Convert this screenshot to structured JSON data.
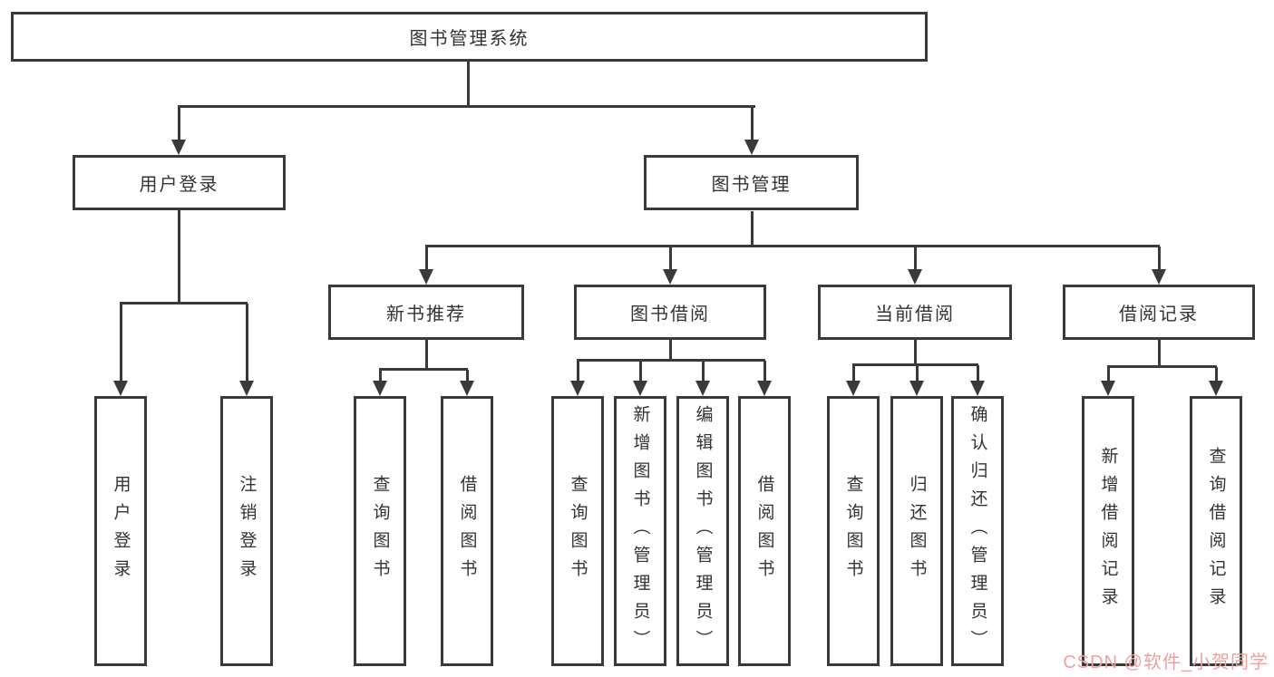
{
  "watermark": {
    "text": "CSDN @软件_小贺同学",
    "color": "#f0a19e"
  },
  "colors": {
    "line": "#3a3a3a",
    "box_border": "#3a3a3a",
    "text": "#333333",
    "background": "#ffffff"
  },
  "tree": {
    "root": {
      "label": "图书管理系统"
    },
    "children": [
      {
        "label": "用户登录",
        "children": [
          {
            "label": "用户登录"
          },
          {
            "label": "注销登录"
          }
        ]
      },
      {
        "label": "图书管理",
        "children": [
          {
            "label": "新书推荐",
            "children": [
              {
                "label": "查询图书"
              },
              {
                "label": "借阅图书"
              }
            ]
          },
          {
            "label": "图书借阅",
            "children": [
              {
                "label": "查询图书"
              },
              {
                "label": "新增图书（管理员）"
              },
              {
                "label": "编辑图书（管理员）"
              },
              {
                "label": "借阅图书"
              }
            ]
          },
          {
            "label": "当前借阅",
            "children": [
              {
                "label": "查询图书"
              },
              {
                "label": "归还图书"
              },
              {
                "label": "确认归还（管理员）"
              }
            ]
          },
          {
            "label": "借阅记录",
            "children": [
              {
                "label": "新增借阅记录"
              },
              {
                "label": "查询借阅记录"
              }
            ]
          }
        ]
      }
    ]
  }
}
